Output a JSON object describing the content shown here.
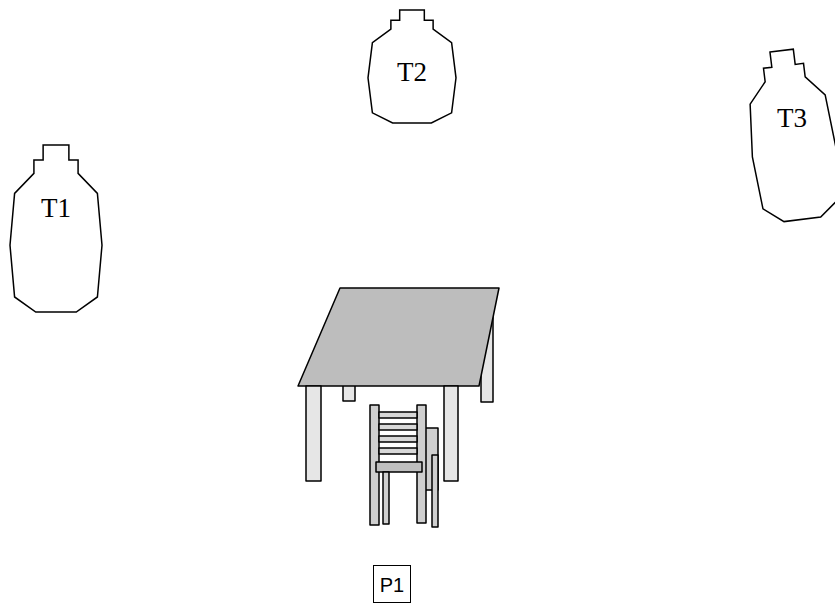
{
  "diagram": {
    "nodes": [
      {
        "text": [
          "T1"
        ]
      },
      {
        "text": [
          "T2"
        ]
      },
      {
        "text": [
          "T3"
        ]
      },
      {
        "text": [
          "P1"
        ]
      }
    ]
  }
}
